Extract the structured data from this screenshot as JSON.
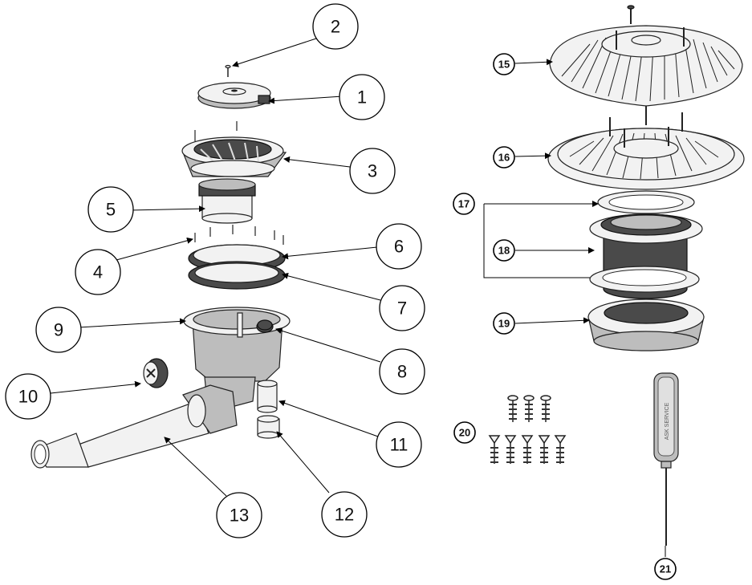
{
  "callouts": {
    "c1": "1",
    "c2": "2",
    "c3": "3",
    "c4": "4",
    "c5": "5",
    "c6": "6",
    "c7": "7",
    "c8": "8",
    "c9": "9",
    "c10": "10",
    "c11": "11",
    "c12": "12",
    "c13": "13",
    "c15": "15",
    "c16": "16",
    "c17": "17",
    "c18": "18",
    "c19": "19",
    "c20": "20",
    "c21": "21"
  },
  "screwdriver_handle_text": "ASK SERVICE"
}
